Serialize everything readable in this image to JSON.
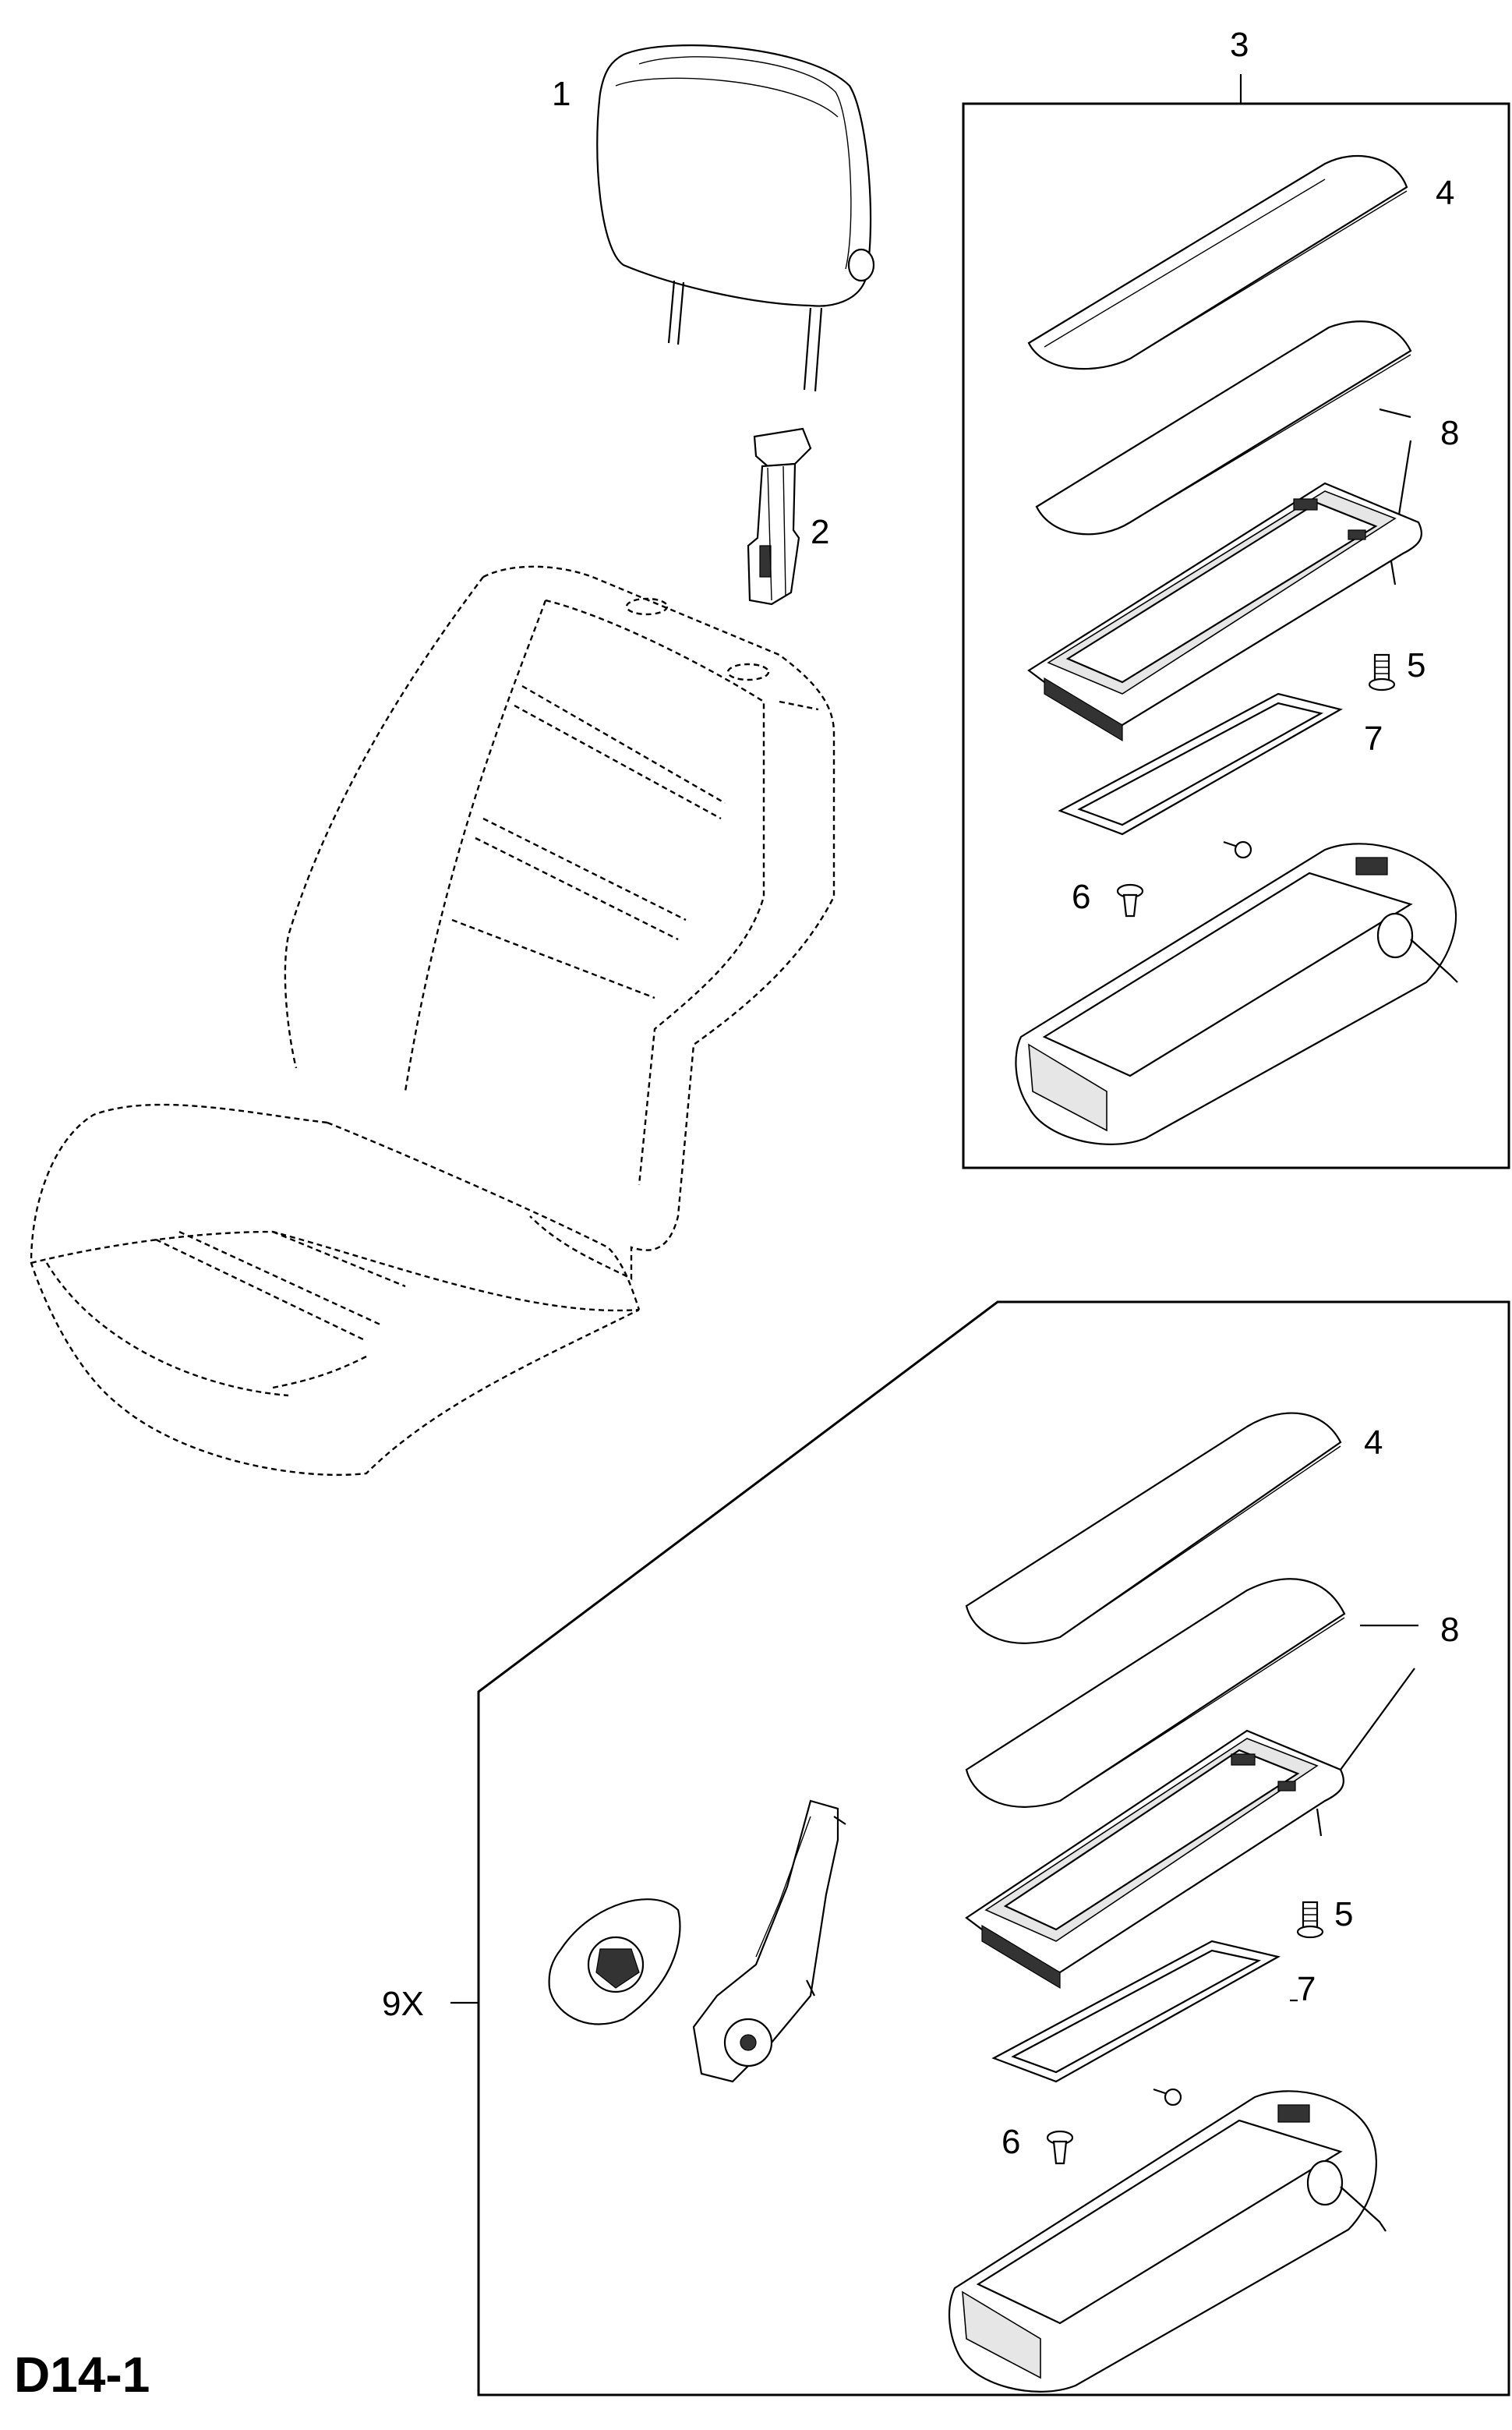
{
  "diagram": {
    "code": "D14-1",
    "callouts": {
      "c1": "1",
      "c2": "2",
      "c3": "3",
      "c4a": "4",
      "c8a": "8",
      "c5a": "5",
      "c7a": "7",
      "c6a": "6",
      "c4b": "4",
      "c8b": "8",
      "c5b": "5",
      "c7b": "7",
      "c6b": "6",
      "c9x": "9X"
    }
  }
}
